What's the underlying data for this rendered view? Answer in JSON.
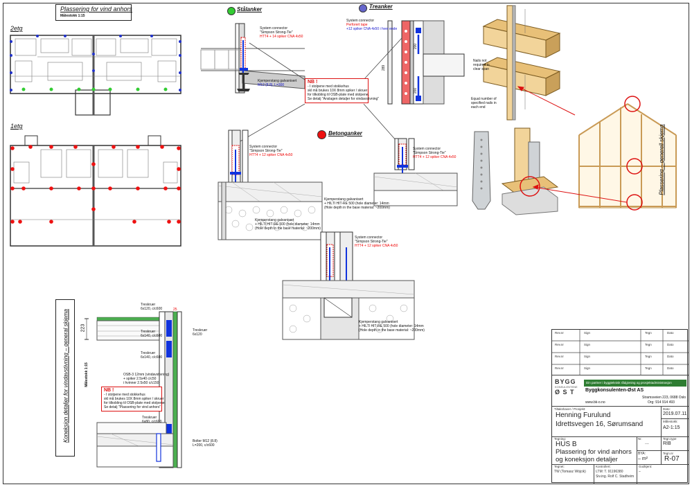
{
  "sheet": {
    "title": "Plassering for vind anhors",
    "scale_note": "Målestokk 1:15",
    "floor_2": "2etg",
    "floor_1": "1etg"
  },
  "anchors": {
    "steel": "Stålanker",
    "wood": "Treanker",
    "concrete": "Betonganker",
    "steel_color": "#33cc33",
    "wood_color": "#6666cc",
    "concrete_color": "#ee1111"
  },
  "labels": {
    "sys_conn": "System connector",
    "simpson": "\"Simpson Strong-Tie\"",
    "htt4_spiker": "HTT4 + 14 spiker CNA 4x50",
    "htt4_12": "HTT4 + 12 spiker CNA 4x50",
    "stamp": "Kjemperstang galvanisert",
    "m12": "M12 (8.8), L=300",
    "hilti": "+ HILTI HIT-RE 500 (hole diameter: 14mm",
    "depth": "(Hole depth in the base material: ~200mm)",
    "perforert": "Perforert tape",
    "wood_conn_note": "+12 spiker CNA 4x50 i hver ende",
    "dim_289": "289",
    "dim_200a": "200",
    "dim_200b": "200"
  },
  "nb_box": {
    "title": "NB !",
    "lines": [
      "- I stolpene med stokkehus",
      "skl må brukes 10X 8mm spiker / skruer",
      "for tilkobling til OSB-plate med stolpene.",
      "Se detalj \"Anslagen detaljer for vindavstivning\""
    ]
  },
  "nb_box2": {
    "title": "NB !",
    "lines": [
      "- I stolpene med stokkehus",
      "skl må brukes 10X 8mm spiker / skruer",
      "for tilkobling til OSB-plate med stolpene.",
      "Se detalj \"Plassering for vind anhors\""
    ]
  },
  "section": {
    "title": "Koneksjon detaljer for vindavstivning – general skjema",
    "scale": "Målestokk 1:15",
    "dim_223": "223",
    "dim_25": "25",
    "l1": "Treskruer",
    "l1b": "6x120, c/c600",
    "l2": "Treskruer",
    "l2b": "6x120",
    "l3": "Treskruer",
    "l3b": "6x140, c/c600",
    "l4": "Treskruer",
    "l4b": "6x140, c/c600",
    "osb": "OSB-3 12mm (vindavstivning)",
    "osb2": "+ spiker 2.5x40 c/c50",
    "osb3": "i hvinner 2.5x50 c/c150",
    "l5": "Treskruer",
    "l5b": "6x80, c/c600",
    "l6": "Bolter M12 (8.8)",
    "l6b": "L=200, c/c600"
  },
  "iso": {
    "note_a": "Nails not required in clear span",
    "note_b": "Equal number of specified nails in each end",
    "side_title": "Plassering – generell skjema"
  },
  "title_block": {
    "rev_label": "Rev.nr",
    "sign_label": "Sign",
    "tegn_label": "Tegn",
    "dato_label": "Dato",
    "partner_text": "Din partner i byggteknisk rådgivning og prosjektadministrasjon",
    "company": "Byggkonsulenten-Øst AS",
    "address": "Stramsveien 223, 0688 Oslo",
    "org": "Org: 914 914 493",
    "web": "www.bk-o.no",
    "logo_top": "BYGG",
    "logo_mid": "KONSULENTENE",
    "logo_bottom": "Ø S T",
    "client_label": "Tiltakshaver / Prosjekt:",
    "client": "Henning Furulund",
    "address2": "Idrettsvegen 16, Sørumsand",
    "date_label": "Dato:",
    "date": "2019.07.11",
    "scale_label": "Målestokk:",
    "scale": "A2-1:15",
    "drawing_label": "Tegning:",
    "house": "HUS B",
    "desc1": "Plassering for vind anhors",
    "desc2": "og koneksjon detaljer",
    "nr_label": "Nr.",
    "nr": "...",
    "fag_label": "Tegn.type",
    "fag": "RIB",
    "bya_label": "BYA:",
    "bya": "– m²",
    "sheet_label": "Tegn.nr",
    "sheet": "R-07",
    "drawn_label": "Tegnet:",
    "drawn": "TW (Tomasz Wójcik)",
    "ctrl_label": "Kontrollert:",
    "ctrl1": "LTM: T. 91196380",
    "ctrl2": "Siv.ing. Rolf C. Stadheim",
    "godkj_label": "Godkjent:",
    "godkj": "–"
  }
}
